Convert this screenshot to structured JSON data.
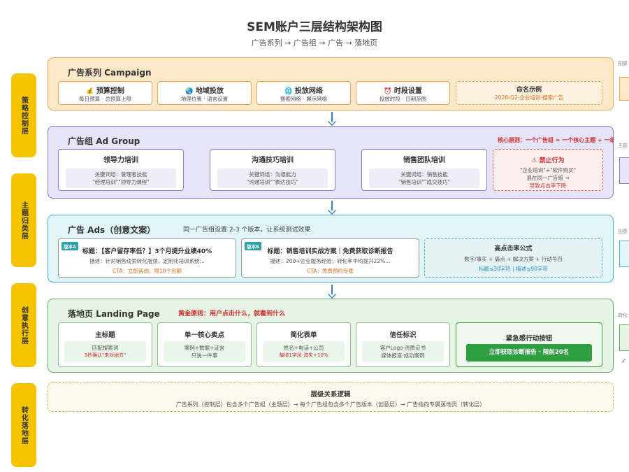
{
  "header": {
    "title": "SEM账户三层结构架构图",
    "subtitle": "广告系列 → 广告组 → 广告 → 落地页"
  },
  "side_tabs": [
    "策略控制层",
    "主题归类层",
    "创意执行层",
    "转化落地层"
  ],
  "campaign": {
    "title": "广告系列 Campaign",
    "cards": [
      {
        "icon": "money-bag-icon",
        "glyph": "💰",
        "title": "预算控制",
        "desc": "每日预算 · 总预算上限"
      },
      {
        "icon": "globe-icon",
        "glyph": "🌏",
        "title": "地域投放",
        "desc": "地理位置 · 语言设置"
      },
      {
        "icon": "network-icon",
        "glyph": "🌐",
        "title": "投放网络",
        "desc": "搜索网络 · 展示网络"
      },
      {
        "icon": "alarm-clock-icon",
        "glyph": "⏰",
        "title": "时段设置",
        "desc": "投放时段 · 日期范围"
      }
    ],
    "naming": {
      "title": "命名示例",
      "example": "2026-Q2-企业培训-搜索广告"
    }
  },
  "adgroup": {
    "title": "广告组 Ad Group",
    "principle": "核心原则：一个广告组 = 一个核心主题 + 一组高",
    "cards": [
      {
        "title": "领导力培训",
        "line1": "关键词组：管理者技能",
        "line2": "\"经理培训\"\"领导力课程\""
      },
      {
        "title": "沟通技巧培训",
        "line1": "关键词组：沟通能力",
        "line2": "\"沟通培训\"\"表达技巧\""
      },
      {
        "title": "销售团队培训",
        "line1": "关键词组：销售技能",
        "line2": "\"销售培训\"\"成交技巧\""
      }
    ],
    "forbidden": {
      "title": "禁止行为",
      "line1": "\"企业培训\"+\"软件购买\"",
      "line2": "混在同一广告组 →",
      "line3": "导致点击率下降"
    }
  },
  "ads": {
    "title": "广告 Ads（创意文案）",
    "note": "同一广告组设置 2-3 个版本，让系统测试效果",
    "versions": [
      {
        "badge": "版本A",
        "title": "标题：【客户留存率低？】3个月提升业绩40%",
        "desc": "描述：针对销售线索转化瓶颈，定制化培训系统...",
        "cta": "CTA：立即咨询，限10个名额"
      },
      {
        "badge": "版本B",
        "title": "标题：销售培训实战方案｜免费获取诊断报告",
        "desc": "描述：200+企业服务经验，转化率平均提升22%...",
        "cta": "CTA：免费预约专家"
      }
    ],
    "formula": {
      "title": "高点击率公式",
      "body": "数字/事实 + 痛点 + 解决方案 + 行动号召",
      "limits": "标题≤30字符 | 描述≤90字符"
    }
  },
  "landing": {
    "title": "落地页 Landing Page",
    "golden": "黄金原则：用户点击什么，就看到什么",
    "cards": [
      {
        "title": "主标题",
        "line1": "匹配搜索词",
        "line2": "3秒确认\"来对地方\"",
        "line2_red": true
      },
      {
        "title": "单一核心卖点",
        "line1": "案例+数据+证言",
        "line2": "只说一件事",
        "line2_red": false
      },
      {
        "title": "简化表单",
        "line1": "姓名+电话+公司",
        "line2": "每增1字段 流失+10%",
        "line2_red": true
      },
      {
        "title": "信任标识",
        "line1": "客户Logo·资质证书",
        "line2": "媒体报道·成功案例",
        "line2_red": false
      }
    ],
    "cta": {
      "title": "紧急感行动按钮",
      "button": "立即获取诊断报告 · 限前20名"
    }
  },
  "logic": {
    "title": "层级关系逻辑",
    "text": "广告系列（控制层）包含多个广告组（主题层）→ 每个广告组包含多个广告版本（创意层）→ 广告指向专属落地页（转化层）"
  },
  "right_strip": [
    "预算",
    "主题",
    "创意",
    "转化",
    "✓"
  ],
  "colors": {
    "campaign_bg": "#fde8c8",
    "campaign_border": "#f0a050",
    "adgroup_bg": "#e6e4f7",
    "adgroup_border": "#8a7cc6",
    "ads_bg": "#e2f5f8",
    "ads_border": "#4aaed0",
    "landing_bg": "#e8f5e6",
    "landing_border": "#5cae5c",
    "side_tab": "#f5c400",
    "arrow": "#3b82c4",
    "cta_green": "#2e9e40"
  }
}
